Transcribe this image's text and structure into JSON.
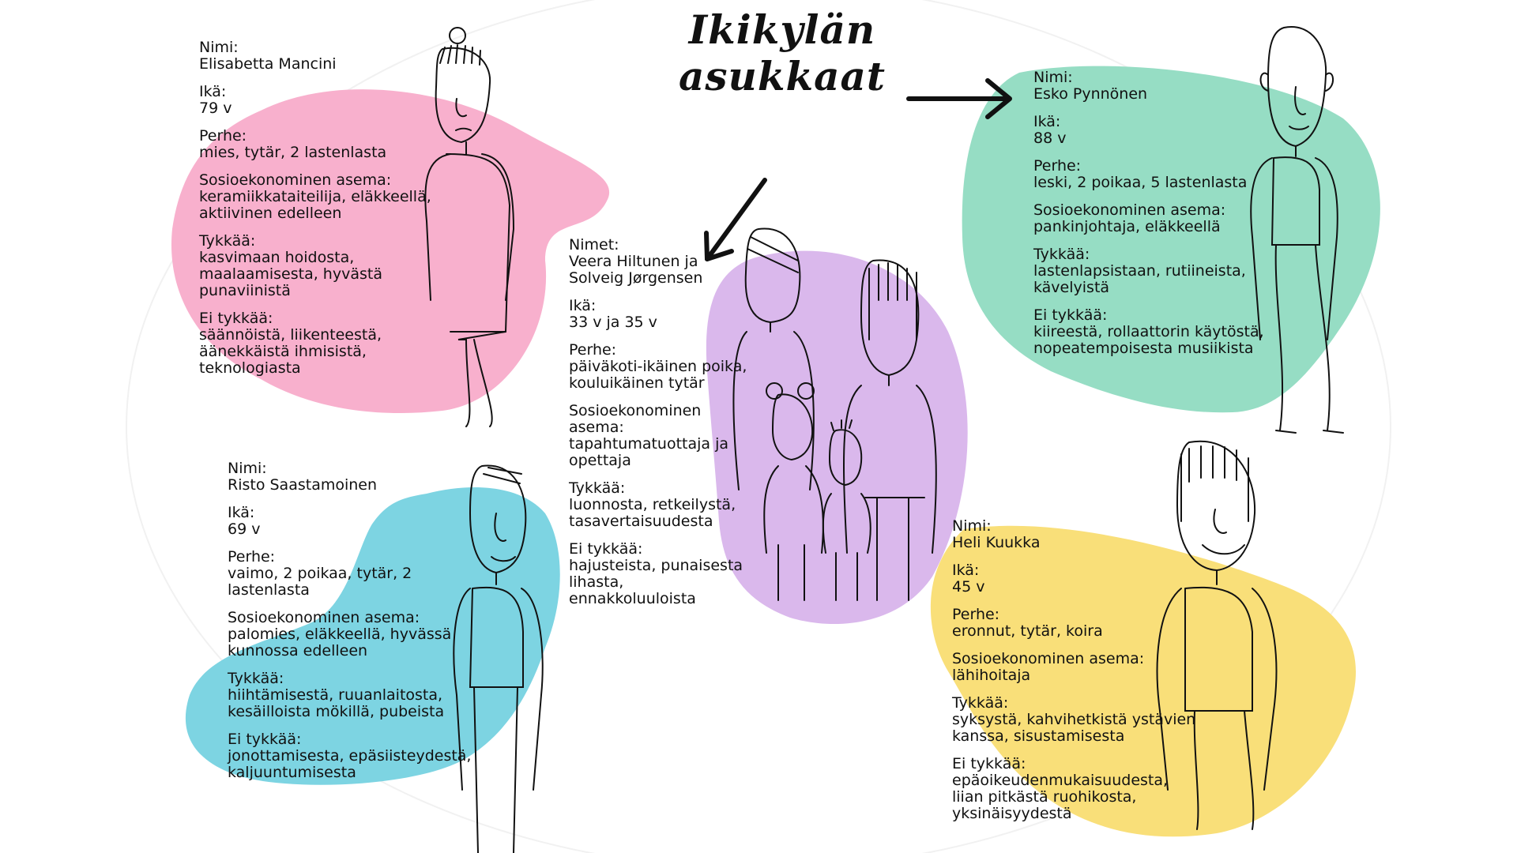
{
  "title": "Ikikylän asukkaat",
  "colors": {
    "pink": "#f8b0cd",
    "mint": "#96ddc4",
    "lavender": "#dab8ec",
    "cyan": "#7dd4e2",
    "yellow": "#f9df79",
    "ink": "#111111"
  },
  "residents": [
    {
      "name_label": "Nimi:",
      "name": "Elisabetta Mancini",
      "age_label": "Ikä:",
      "age": "79 v",
      "family_label": "Perhe:",
      "family": "mies, tytär, 2 lastenlasta",
      "status_label": "Sosioekonominen asema:",
      "status": "keramiikkataiteilija, eläkkeellä,\naktiivinen edelleen",
      "likes_label": "Tykkää:",
      "likes": "kasvimaan hoidosta,\nmaalaamisesta, hyvästä\npunaviinistä",
      "dislikes_label": "Ei tykkää:",
      "dislikes": "säännöistä, liikenteestä,\näänekkäistä ihmisistä,\nteknologiasta"
    },
    {
      "name_label": "Nimi:",
      "name": "Esko Pynnönen",
      "age_label": "Ikä:",
      "age": "88 v",
      "family_label": "Perhe:",
      "family": "leski, 2 poikaa, 5 lastenlasta",
      "status_label": "Sosioekonominen asema:",
      "status": "pankinjohtaja, eläkkeellä",
      "likes_label": "Tykkää:",
      "likes": "lastenlapsistaan, rutiineista,\nkävelyistä",
      "dislikes_label": "Ei tykkää:",
      "dislikes": "kiireestä, rollaattorin käytöstä,\nnopeatempoisesta musiikista"
    },
    {
      "name_label": "Nimet:",
      "name": "Veera Hiltunen ja\nSolveig Jørgensen",
      "age_label": "Ikä:",
      "age": "33 v ja 35 v",
      "family_label": "Perhe:",
      "family": "päiväkoti-ikäinen poika,\nkouluikäinen tytär",
      "status_label": "Sosioekonominen\nasema:",
      "status": "tapahtumatuottaja ja\nopettaja",
      "likes_label": "Tykkää:",
      "likes": "luonnosta, retkeilystä,\ntasavertaisuudesta",
      "dislikes_label": "Ei tykkää:",
      "dislikes": "hajusteista, punaisesta\nlihasta, ennakkoluuloista"
    },
    {
      "name_label": "Nimi:",
      "name": "Risto Saastamoinen",
      "age_label": "Ikä:",
      "age": "69 v",
      "family_label": "Perhe:",
      "family": "vaimo, 2 poikaa, tytär, 2\nlastenlasta",
      "status_label": "Sosioekonominen asema:",
      "status": "palomies, eläkkeellä, hyvässä\nkunnossa edelleen",
      "likes_label": "Tykkää:",
      "likes": "hiihtämisestä, ruuanlaitosta,\nkesäilloista mökillä, pubeista",
      "dislikes_label": "Ei tykkää:",
      "dislikes": "jonottamisesta, epäsiisteydestä,\nkaljuuntumisesta"
    },
    {
      "name_label": "Nimi:",
      "name": "Heli Kuukka",
      "age_label": "Ikä:",
      "age": "45 v",
      "family_label": "Perhe:",
      "family": "eronnut, tytär, koira",
      "status_label": "Sosioekonominen asema:",
      "status": "lähihoitaja",
      "likes_label": "Tykkää:",
      "likes": "syksystä, kahvihetkistä ystävien\nkanssa, sisustamisesta",
      "dislikes_label": "Ei tykkää:",
      "dislikes": "epäoikeudenmukaisuudesta,\nliian pitkästä ruohikosta,\nyksinäisyydestä"
    }
  ]
}
